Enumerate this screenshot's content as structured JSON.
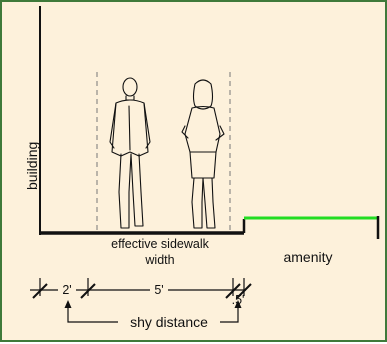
{
  "labels": {
    "building": "building",
    "effective_line1": "effective sidewalk",
    "effective_line2": "width",
    "amenity": "amenity",
    "dim_two": "2'",
    "dim_five": "5'",
    "dim_half": ".5'",
    "shy_distance": "shy distance"
  },
  "colors": {
    "background": "#fdf1db",
    "border": "#3f7a3a",
    "line": "#111111",
    "amenity_edge": "#22dd22",
    "dashed": "#777777"
  },
  "icons": {
    "man_figure": "walking-man-icon",
    "woman_figure": "walking-woman-icon"
  }
}
